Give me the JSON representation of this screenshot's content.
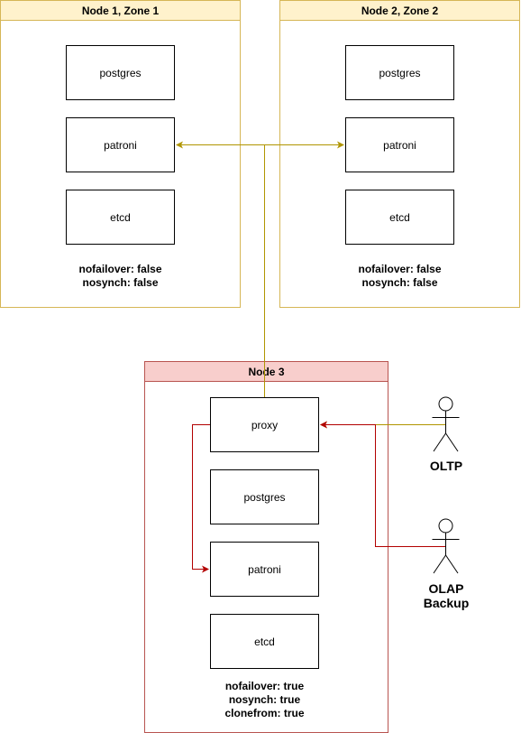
{
  "node1": {
    "title": "Node 1, Zone 1",
    "components": [
      "postgres",
      "patroni",
      "etcd"
    ],
    "settings": [
      "nofailover: false",
      "nosynch: false"
    ]
  },
  "node2": {
    "title": "Node 2, Zone 2",
    "components": [
      "postgres",
      "patroni",
      "etcd"
    ],
    "settings": [
      "nofailover: false",
      "nosynch: false"
    ]
  },
  "node3": {
    "title": "Node 3",
    "components": [
      "proxy",
      "postgres",
      "patroni",
      "etcd"
    ],
    "settings": [
      "nofailover: true",
      "nosynch: true",
      "clonefrom: true"
    ]
  },
  "actors": {
    "oltp": [
      "OLTP"
    ],
    "olap": [
      "OLAP",
      "Backup"
    ]
  },
  "colors": {
    "zone_border": "#d6b656",
    "zone_fill": "#fff2cc",
    "node3_border": "#b85450",
    "node3_fill": "#f8cecc",
    "olap_connector": "#b20000"
  },
  "icons": [
    "actor-icon"
  ]
}
